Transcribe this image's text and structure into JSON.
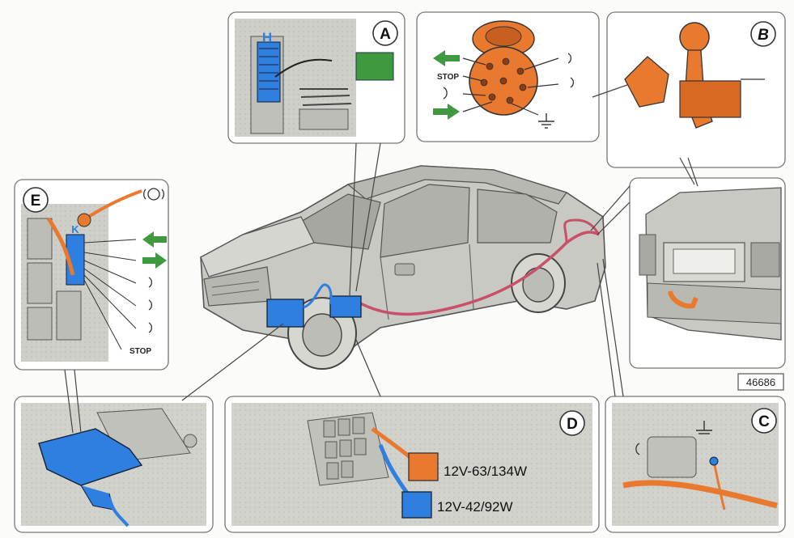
{
  "panels": {
    "A": {
      "letter": "A",
      "connector_letter": "H"
    },
    "B": {
      "letter": "B"
    },
    "C": {
      "letter": "C"
    },
    "D": {
      "letter": "D",
      "relay1_label": "12V-63/134W",
      "relay2_label": "12V-42/92W"
    },
    "E": {
      "letter": "E",
      "connector_letter": "K"
    }
  },
  "socket": {
    "stop_label": "STOP"
  },
  "legend_e": {
    "stop_label": "STOP"
  },
  "figure_number": "46686",
  "colors": {
    "orange": "#e9792f",
    "blue": "#2f7fe0",
    "green": "#3f9a3f",
    "harness": "#c8506a",
    "panel_gray": "#cfcfca"
  },
  "icons": [
    "left-arrow-icon",
    "right-arrow-icon",
    "headlamp-icon",
    "fog-lamp-icon",
    "side-lamp-icon",
    "ground-icon",
    "brake-icon"
  ]
}
